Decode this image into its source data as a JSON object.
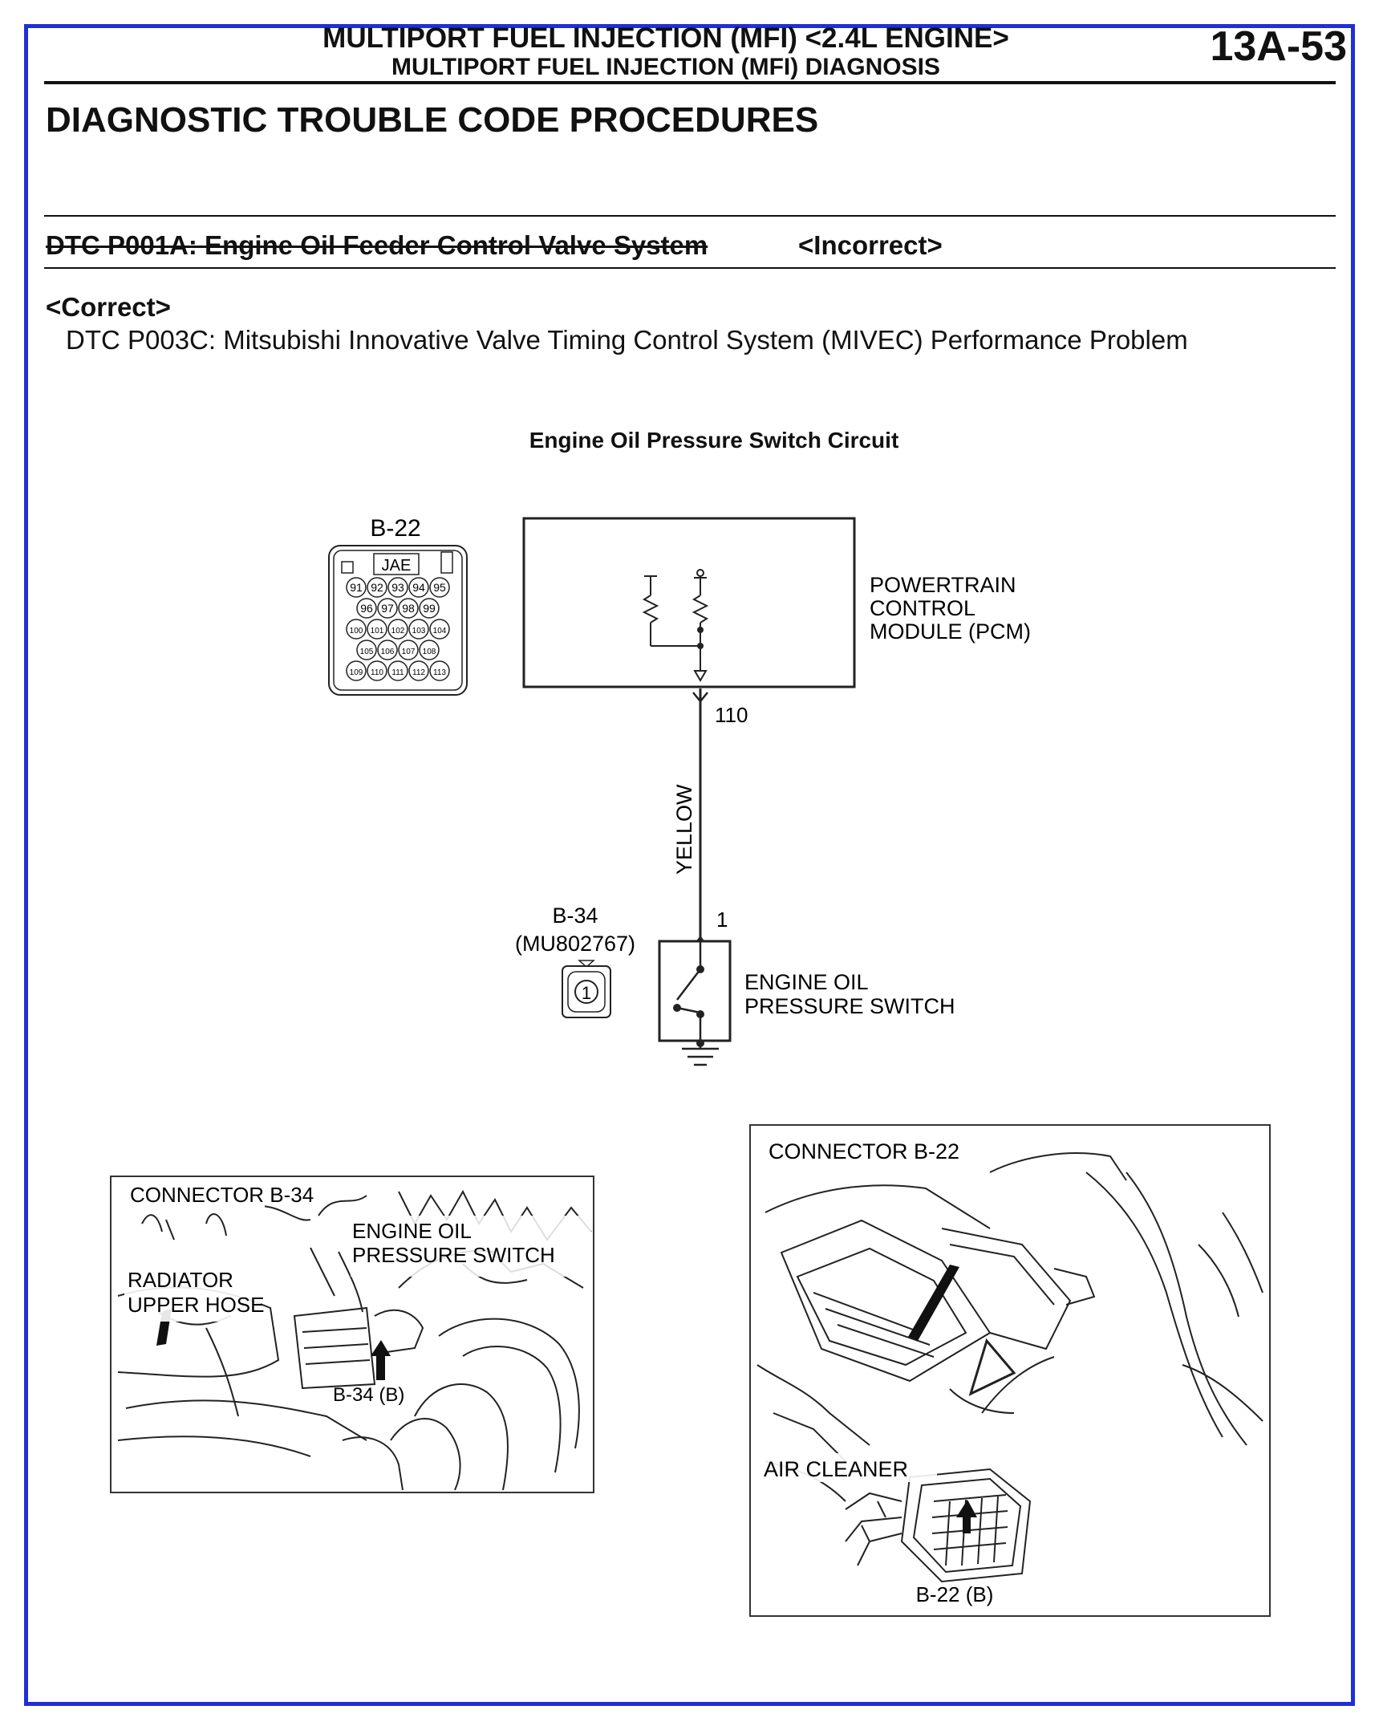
{
  "header": {
    "line1": "MULTIPORT FUEL INJECTION (MFI) <2.4L ENGINE>",
    "line2": "MULTIPORT FUEL INJECTION (MFI) DIAGNOSIS",
    "page_number": "13A-53"
  },
  "section_title": "DIAGNOSTIC TROUBLE CODE PROCEDURES",
  "incorrect": {
    "text": "DTC P001A: Engine Oil Feeder Control Valve System",
    "tag": "<Incorrect>"
  },
  "correct": {
    "tag": "<Correct>",
    "text": "DTC P003C: Mitsubishi Innovative Valve Timing Control System (MIVEC) Performance Problem"
  },
  "circuit": {
    "caption": "Engine Oil Pressure Switch Circuit",
    "connector_b22": {
      "label": "B-22",
      "brand": "JAE",
      "rows": [
        [
          "91",
          "92",
          "93",
          "94",
          "95"
        ],
        [
          "96",
          "97",
          "98",
          "99"
        ],
        [
          "100",
          "101",
          "102",
          "103",
          "104"
        ],
        [
          "105",
          "106",
          "107",
          "108"
        ],
        [
          "109",
          "110",
          "111",
          "112",
          "113"
        ]
      ]
    },
    "pcm_label": [
      "POWERTRAIN",
      "CONTROL",
      "MODULE (PCM)"
    ],
    "pin_pcm": "110",
    "wire_color": "YELLOW",
    "connector_b34": {
      "label": "B-34",
      "part": "(MU802767)",
      "pin": "1"
    },
    "pin_switch": "1",
    "switch_label": [
      "ENGINE OIL",
      "PRESSURE SWITCH"
    ]
  },
  "illustrations": {
    "left": {
      "labels": [
        "CONNECTOR B-34",
        "ENGINE OIL",
        "PRESSURE SWITCH",
        "RADIATOR",
        "UPPER HOSE",
        "B-34 (B)"
      ]
    },
    "right": {
      "labels": [
        "CONNECTOR B-22",
        "AIR CLEANER",
        "B-22 (B)"
      ]
    }
  }
}
